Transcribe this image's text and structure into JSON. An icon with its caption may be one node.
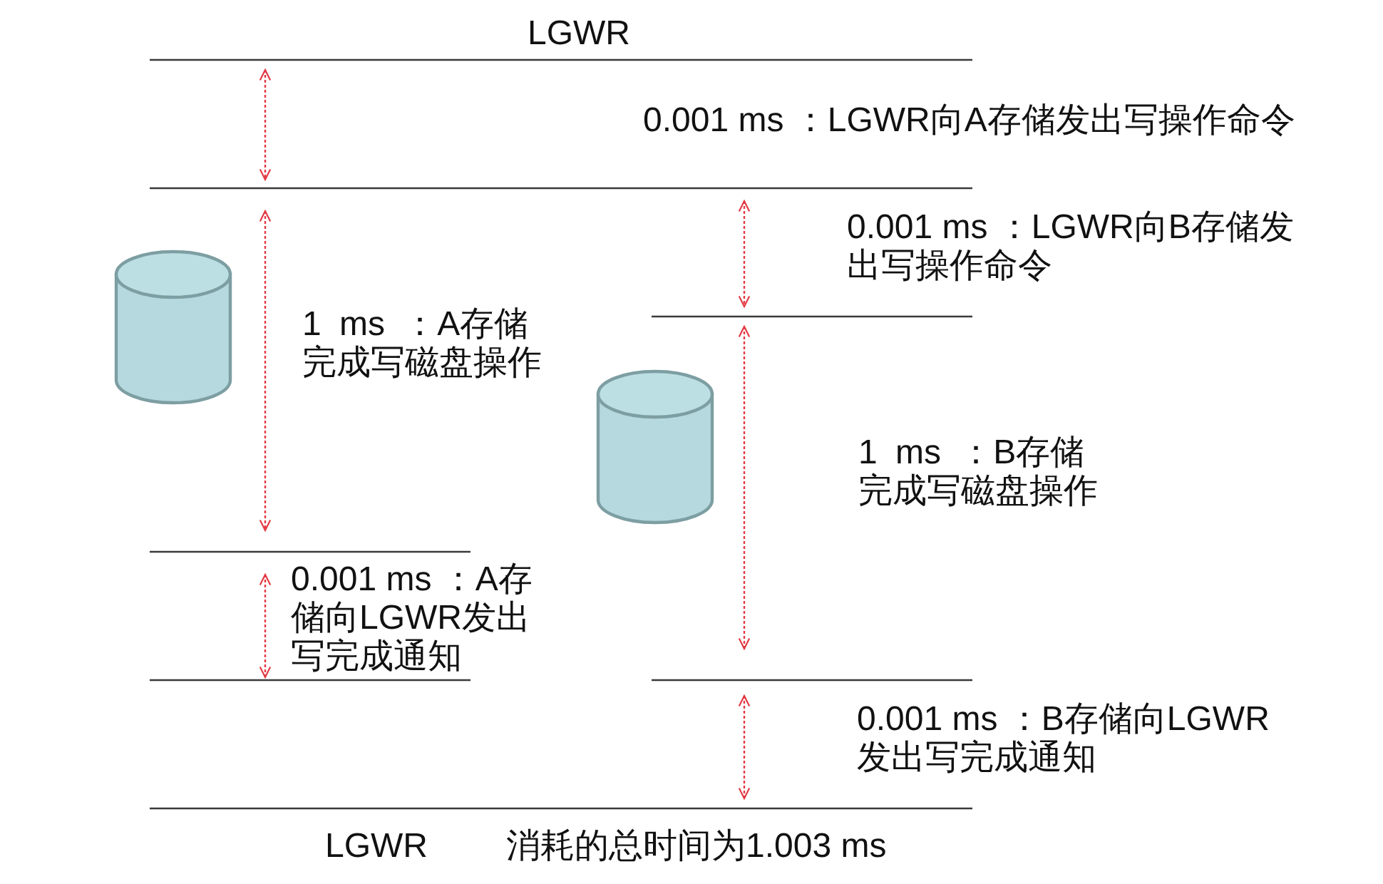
{
  "diagram": {
    "nodes": [
      {
        "text": [],
        "shape": "cylinder"
      },
      {
        "text": [],
        "shape": "cylinder"
      }
    ],
    "labels": [
      "LGWR",
      "0.001 ms ：LGWR向A存储发出写操作命令",
      "0.001 ms ：LGWR向B存储发出写操作命令",
      "1 ms ：A存储完成写磁盘操作",
      "1 ms ：B存储完成写磁盘操作",
      "0.001 ms ：A存储向LGWR发出写完成通知",
      "0.001 ms ：B存储向LGWR发出写完成通知",
      "LGWR",
      "消耗的总时间为1.003 ms"
    ]
  }
}
